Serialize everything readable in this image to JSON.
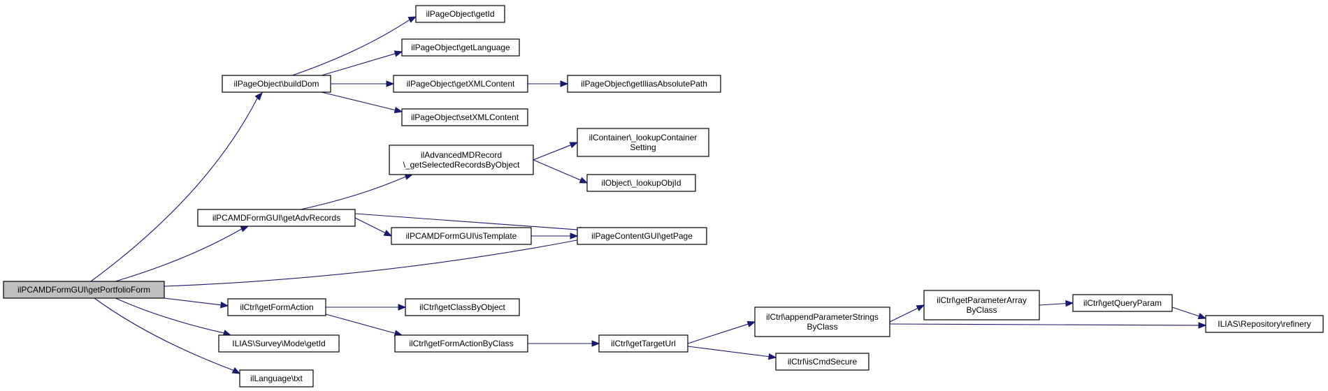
{
  "nodes": [
    {
      "id": "root",
      "lines": [
        "ilPCAMDFormGUI\\getPortfolioForm"
      ],
      "highlight": true
    },
    {
      "id": "buildDom",
      "lines": [
        "ilPageObject\\buildDom"
      ]
    },
    {
      "id": "getId",
      "lines": [
        "ilPageObject\\getId"
      ]
    },
    {
      "id": "getLanguage",
      "lines": [
        "ilPageObject\\getLanguage"
      ]
    },
    {
      "id": "getXMLContent",
      "lines": [
        "ilPageObject\\getXMLContent"
      ]
    },
    {
      "id": "getIliasAbsolutePath",
      "lines": [
        "ilPageObject\\getIliasAbsolutePath"
      ]
    },
    {
      "id": "setXMLContent",
      "lines": [
        "ilPageObject\\setXMLContent"
      ]
    },
    {
      "id": "advMD",
      "lines": [
        "ilAdvancedMDRecord",
        "\\_getSelectedRecordsByObject"
      ]
    },
    {
      "id": "lookupContainer",
      "lines": [
        "ilContainer\\_lookupContainer",
        "Setting"
      ]
    },
    {
      "id": "lookupObjId",
      "lines": [
        "ilObject\\_lookupObjId"
      ]
    },
    {
      "id": "getAdvRecords",
      "lines": [
        "ilPCAMDFormGUI\\getAdvRecords"
      ]
    },
    {
      "id": "isTemplate",
      "lines": [
        "ilPCAMDFormGUI\\isTemplate"
      ]
    },
    {
      "id": "getPage",
      "lines": [
        "ilPageContentGUI\\getPage"
      ]
    },
    {
      "id": "getFormAction",
      "lines": [
        "ilCtrl\\getFormAction"
      ]
    },
    {
      "id": "getClassByObject",
      "lines": [
        "ilCtrl\\getClassByObject"
      ]
    },
    {
      "id": "surveyGetId",
      "lines": [
        "ILIAS\\Survey\\Mode\\getId"
      ]
    },
    {
      "id": "getFormActionByClass",
      "lines": [
        "ilCtrl\\getFormActionByClass"
      ]
    },
    {
      "id": "getTargetUrl",
      "lines": [
        "ilCtrl\\getTargetUrl"
      ]
    },
    {
      "id": "appendParam",
      "lines": [
        "ilCtrl\\appendParameterStrings",
        "ByClass"
      ]
    },
    {
      "id": "isCmdSecure",
      "lines": [
        "ilCtrl\\isCmdSecure"
      ]
    },
    {
      "id": "getParamArray",
      "lines": [
        "ilCtrl\\getParameterArray",
        "ByClass"
      ]
    },
    {
      "id": "getQueryParam",
      "lines": [
        "ilCtrl\\getQueryParam"
      ]
    },
    {
      "id": "refinery",
      "lines": [
        "ILIAS\\Repository\\refinery"
      ]
    },
    {
      "id": "txt",
      "lines": [
        "ilLanguage\\txt"
      ]
    }
  ],
  "edges": [
    [
      "root",
      "buildDom"
    ],
    [
      "buildDom",
      "getId"
    ],
    [
      "buildDom",
      "getLanguage"
    ],
    [
      "buildDom",
      "getXMLContent"
    ],
    [
      "buildDom",
      "setXMLContent"
    ],
    [
      "getXMLContent",
      "getIliasAbsolutePath"
    ],
    [
      "root",
      "getAdvRecords"
    ],
    [
      "getAdvRecords",
      "advMD"
    ],
    [
      "advMD",
      "lookupContainer"
    ],
    [
      "advMD",
      "lookupObjId"
    ],
    [
      "getAdvRecords",
      "getPage"
    ],
    [
      "getAdvRecords",
      "isTemplate"
    ],
    [
      "isTemplate",
      "getPage"
    ],
    [
      "root",
      "getPage"
    ],
    [
      "root",
      "getFormAction"
    ],
    [
      "getFormAction",
      "getClassByObject"
    ],
    [
      "getFormAction",
      "getFormActionByClass"
    ],
    [
      "root",
      "surveyGetId"
    ],
    [
      "root",
      "txt"
    ],
    [
      "getFormActionByClass",
      "getTargetUrl"
    ],
    [
      "getTargetUrl",
      "appendParam"
    ],
    [
      "getTargetUrl",
      "isCmdSecure"
    ],
    [
      "appendParam",
      "getParamArray"
    ],
    [
      "appendParam",
      "refinery"
    ],
    [
      "getParamArray",
      "getQueryParam"
    ],
    [
      "getQueryParam",
      "refinery"
    ]
  ],
  "colors": {
    "edge": "#191970",
    "node_fill": "#ffffff",
    "highlight_fill": "#bfbfbf"
  }
}
